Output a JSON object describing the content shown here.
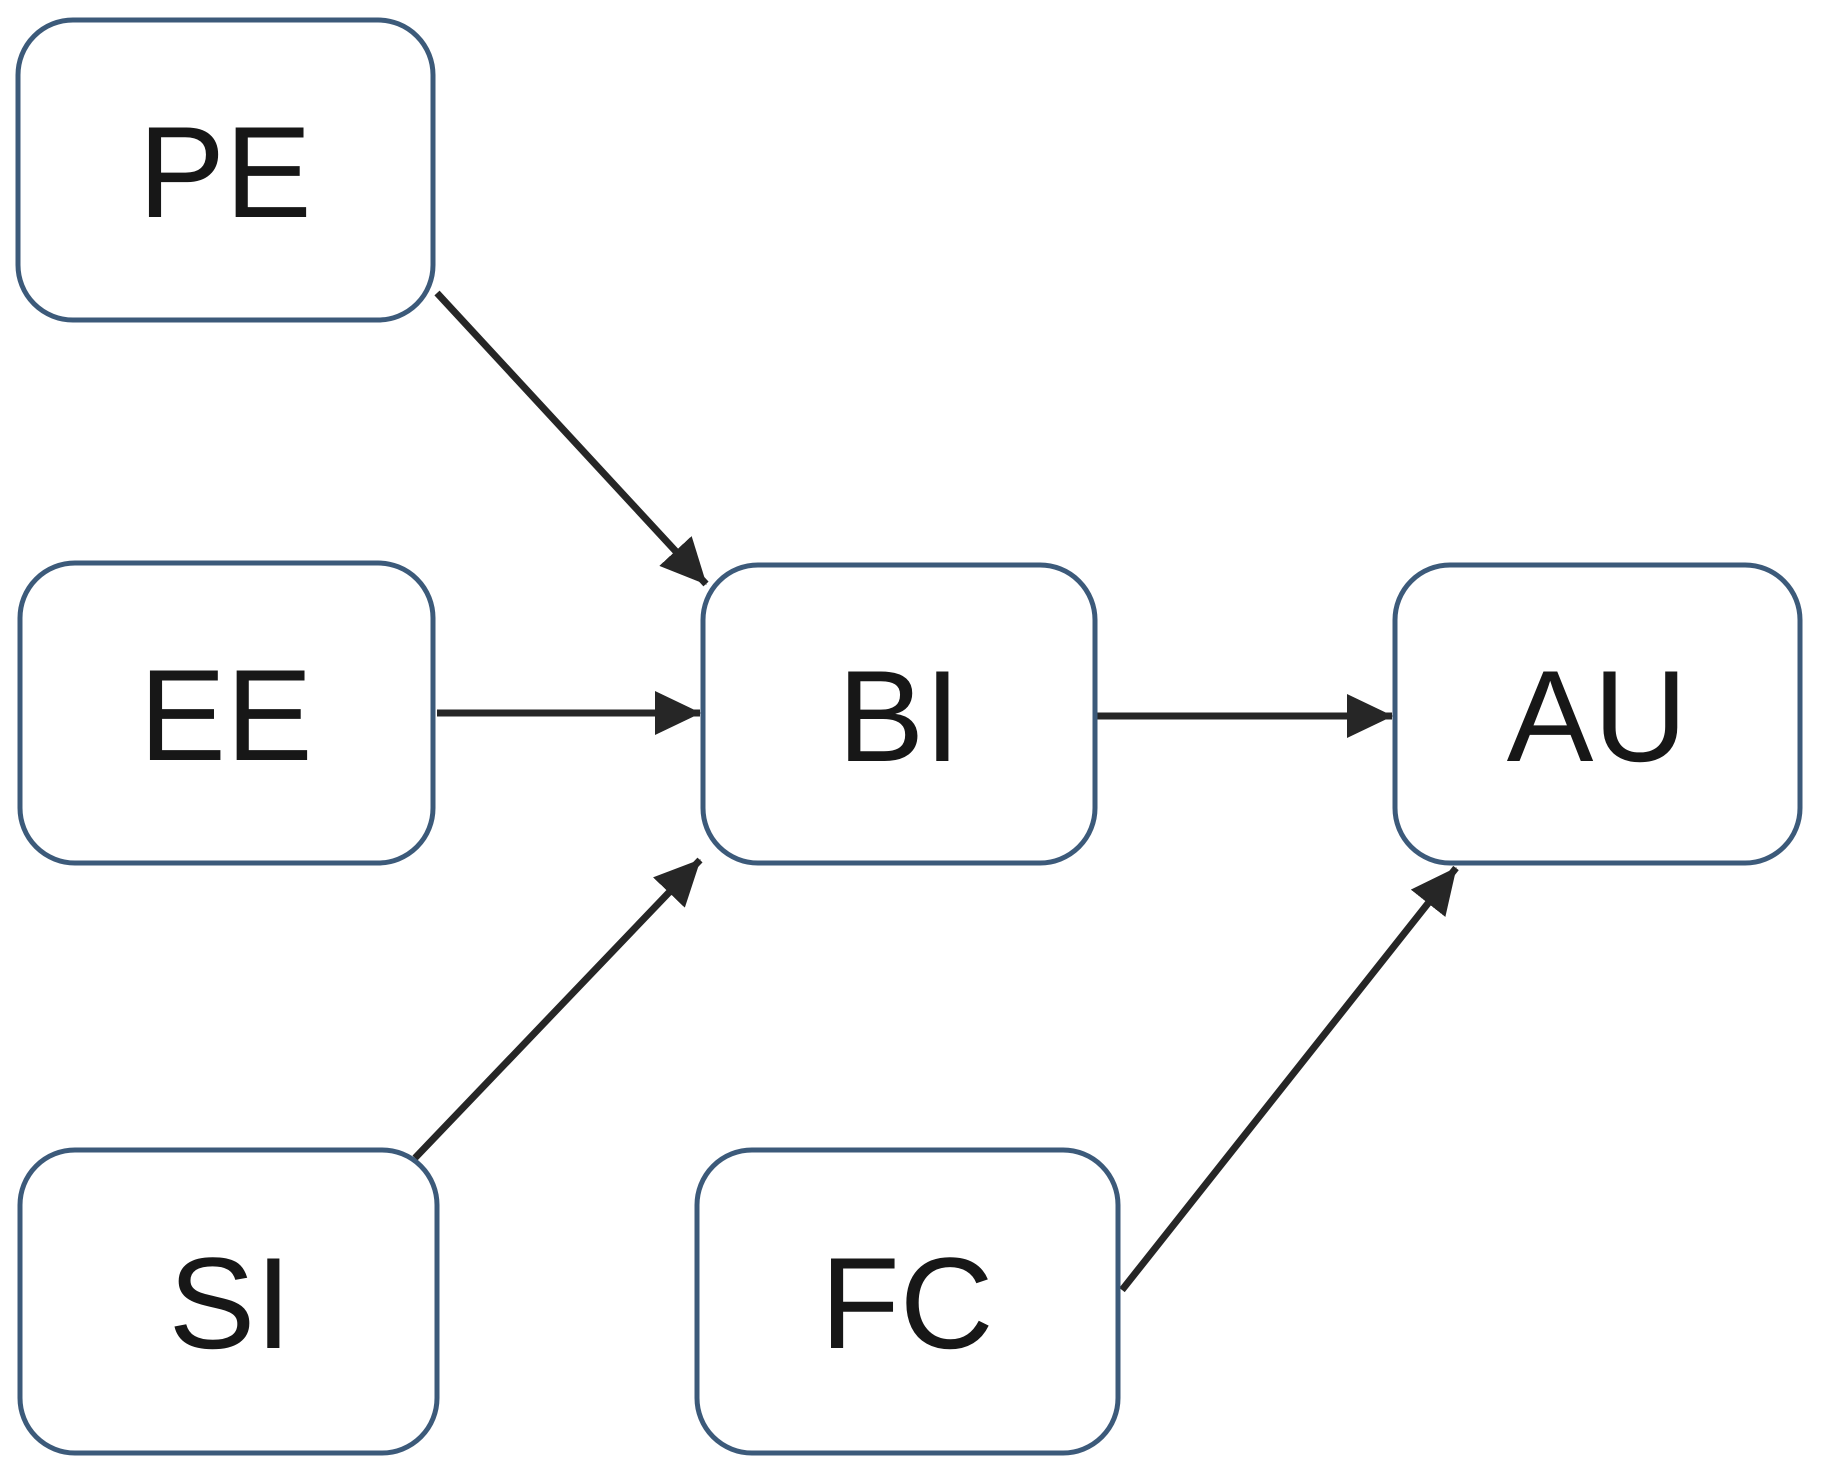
{
  "diagram": {
    "type": "model-path-diagram",
    "background_color": "#ffffff",
    "colors": {
      "node_border": "#3c5a7a",
      "node_fill": "#ffffff",
      "arrow": "#262626",
      "text": "#171717"
    },
    "nodes": {
      "pe": {
        "label": "PE"
      },
      "ee": {
        "label": "EE"
      },
      "si": {
        "label": "SI"
      },
      "bi": {
        "label": "BI"
      },
      "fc": {
        "label": "FC"
      },
      "au": {
        "label": "AU"
      }
    },
    "edges": [
      {
        "from": "PE",
        "to": "BI"
      },
      {
        "from": "EE",
        "to": "BI"
      },
      {
        "from": "SI",
        "to": "BI"
      },
      {
        "from": "BI",
        "to": "AU"
      },
      {
        "from": "FC",
        "to": "AU"
      }
    ]
  }
}
